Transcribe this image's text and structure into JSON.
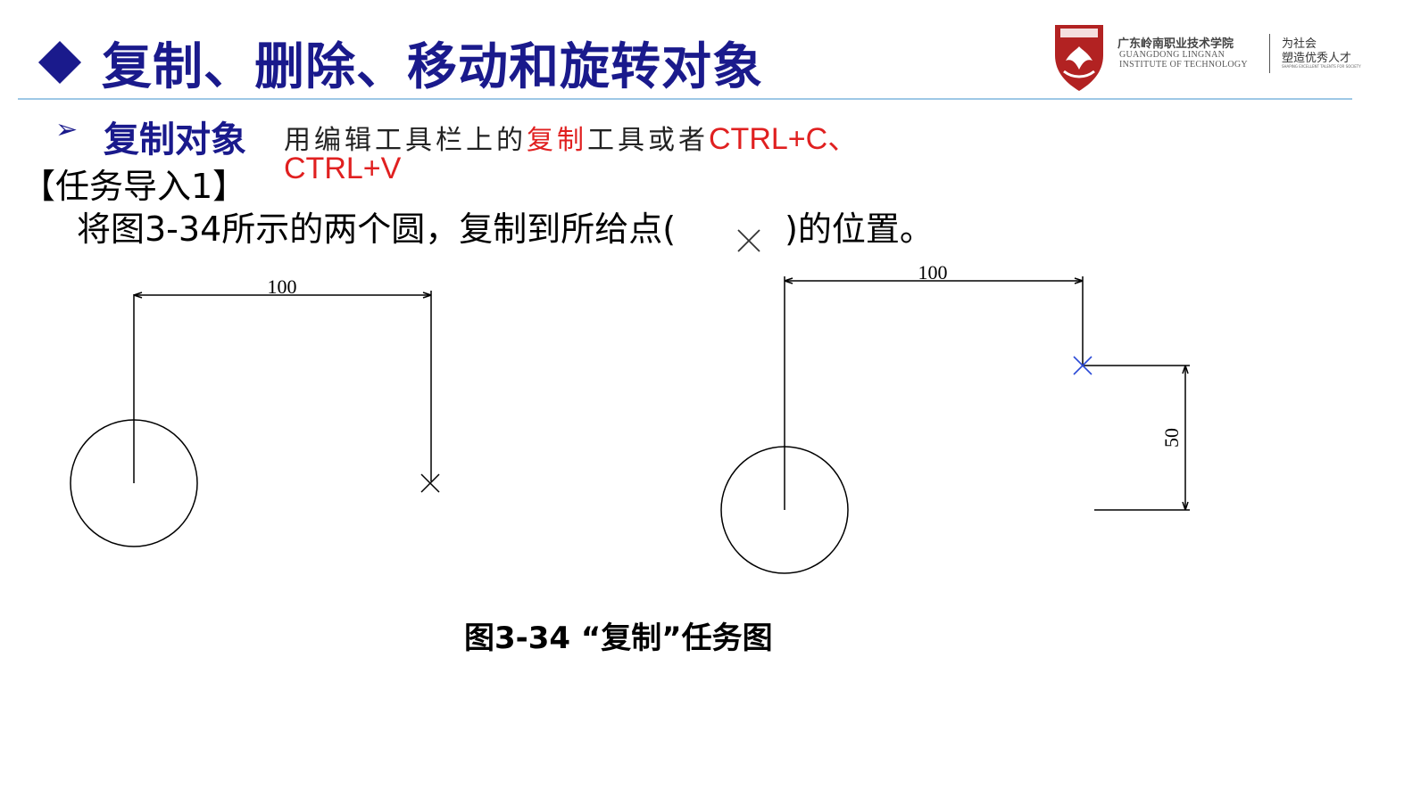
{
  "title": "复制、删除、移动和旋转对象",
  "logo": {
    "name_cn": "广东岭南职业技术学院",
    "name_en_1": "GUANGDONG LINGNAN",
    "name_en_2": "INSTITUTE OF TECHNOLOGY",
    "slogan_1": "为社会",
    "slogan_2": "塑造优秀人才",
    "slogan_en": "SHAPING EXCELLENT TALENTS FOR SOCIETY",
    "brand_color": "#b22222"
  },
  "section": {
    "heading": "复制对象",
    "desc_prefix": "用编辑工具栏上的",
    "desc_highlight": "复制",
    "desc_middle": "工具或者",
    "shortcut_1": "CTRL+C、",
    "shortcut_2": "CTRL+V"
  },
  "task": {
    "label": "【任务导入1】",
    "statement_before": "将图3-34所示的两个圆，复制到所给点(",
    "statement_after": ")的位置。"
  },
  "figure": {
    "left_dim": "100",
    "right_dim_h": "100",
    "right_dim_v": "50",
    "caption": "图3-34 “复制”任务图"
  },
  "colors": {
    "title": "#1a1a8c",
    "accent_red": "#e02020",
    "rule": "#9ec8e6"
  }
}
